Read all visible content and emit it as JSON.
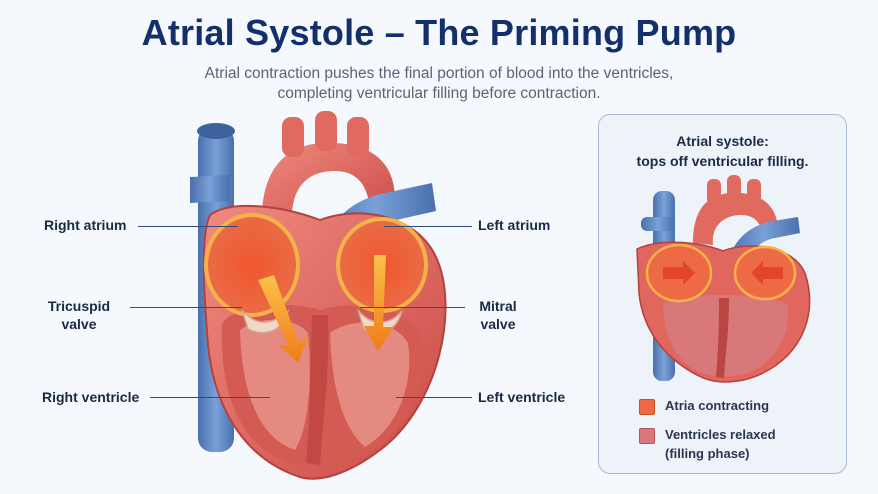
{
  "title": "Atrial Systole – The Priming Pump",
  "subtitle": {
    "line1": "Atrial contraction pushes the final portion of blood into the ventricles,",
    "line2": "completing ventricular filling before contraction."
  },
  "labels": {
    "right_atrium": "Right atrium",
    "tricuspid_line1": "Tricuspid",
    "tricuspid_line2": "valve",
    "right_ventricle": "Right ventricle",
    "left_atrium": "Left atrium",
    "mitral_line1": "Mitral",
    "mitral_line2": "valve",
    "left_ventricle": "Left ventricle"
  },
  "panel": {
    "title_line1": "Atrial systole:",
    "title_line2": "tops off ventricular filling.",
    "legend": [
      {
        "label": "Atria contracting",
        "color": "#ee6a45"
      },
      {
        "label_line1": "Ventricles relaxed",
        "label_line2": "(filling phase)",
        "color": "#d9787a"
      }
    ]
  },
  "colors": {
    "title": "#13306b",
    "vessel_blue": "#5b86c4",
    "heart_red": "#e0665e",
    "atria_fill": "#f0643f",
    "arrow_orange": "#f59a1e"
  }
}
